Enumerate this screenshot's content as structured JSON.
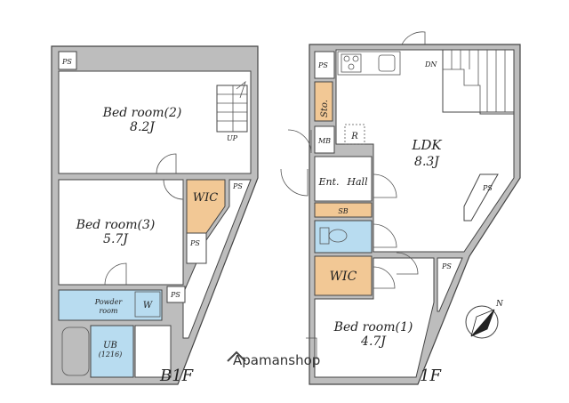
{
  "floors": {
    "b1f": {
      "label": "B1F",
      "bedroom2": {
        "name": "Bed room(2)",
        "size": "8.2J"
      },
      "bedroom3": {
        "name": "Bed room(3)",
        "size": "5.7J"
      },
      "wic": "WIC",
      "powder": {
        "line1": "Powder",
        "line2": "room"
      },
      "wm": "W",
      "ub": {
        "name": "UB",
        "size": "(1216)"
      },
      "stairs": "UP",
      "ps": [
        "PS",
        "PS",
        "PS",
        "PS"
      ]
    },
    "f1": {
      "label": "1F",
      "ldk": {
        "name": "LDK",
        "size": "8.3J"
      },
      "sto": "Sto.",
      "mb": "MB",
      "fridge": "R",
      "ent": "Ent.",
      "hall": "Hall",
      "sb": "SB",
      "wic": "WIC",
      "bedroom1": {
        "name": "Bed room(1)",
        "size": "4.7J"
      },
      "stairs": "DN",
      "ps": [
        "PS",
        "PS",
        "PS"
      ],
      "compass": "N"
    }
  },
  "watermark": "Apamanshop",
  "colors": {
    "wic": "#f2c895",
    "wet": "#b8dcf0",
    "wall": "#bdbdbd"
  }
}
